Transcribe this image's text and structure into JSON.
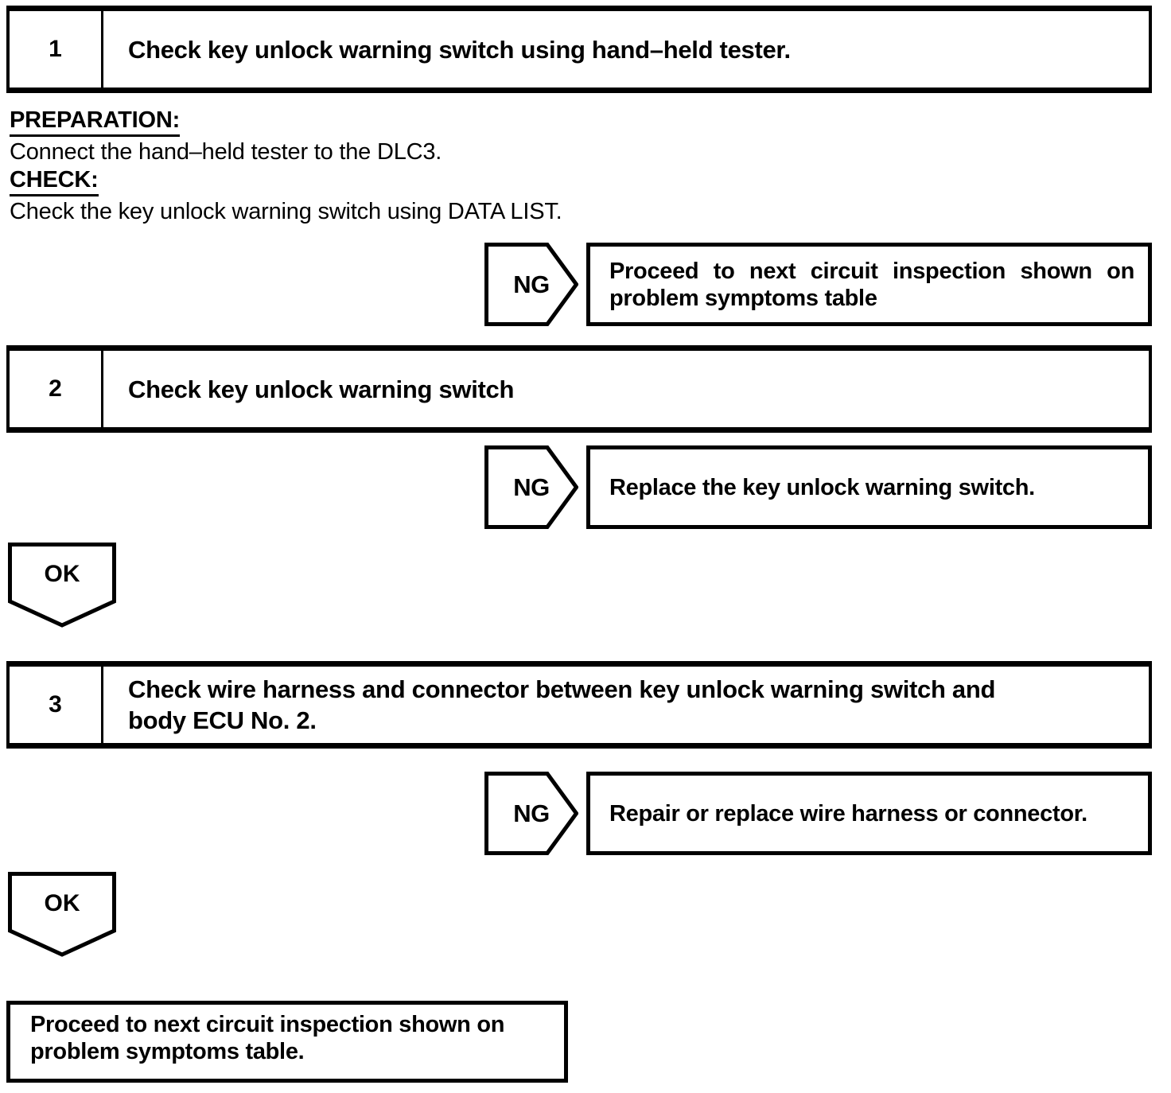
{
  "page": {
    "background": "#ffffff",
    "ink": "#000000"
  },
  "steps": [
    {
      "number": "1",
      "title_lines": [
        "Check key unlock warning switch using hand–held tester."
      ]
    },
    {
      "number": "2",
      "title_lines": [
        "Check key unlock warning switch"
      ]
    },
    {
      "number": "3",
      "title_lines": [
        "Check wire harness and connector between key unlock warning switch and",
        "body ECU No. 2."
      ]
    }
  ],
  "procedure": {
    "preparation_label": "PREPARATION:",
    "preparation_text": "Connect the hand–held tester to the DLC3.",
    "check_label": "CHECK:",
    "check_text": "Check the key unlock warning switch using DATA LIST."
  },
  "branches": [
    {
      "badge": "NG",
      "action_lines": [
        "Proceed to next circuit inspection shown on",
        "problem symptoms table"
      ]
    },
    {
      "badge": "NG",
      "action_lines": [
        "Replace the key unlock warning switch."
      ]
    },
    {
      "badge": "NG",
      "action_lines": [
        "Repair or replace wire harness or connector."
      ]
    }
  ],
  "connectors": [
    {
      "label": "OK"
    },
    {
      "label": "OK"
    }
  ],
  "terminal": {
    "text_lines": [
      "Proceed to next circuit inspection shown on",
      "problem symptoms table."
    ]
  }
}
